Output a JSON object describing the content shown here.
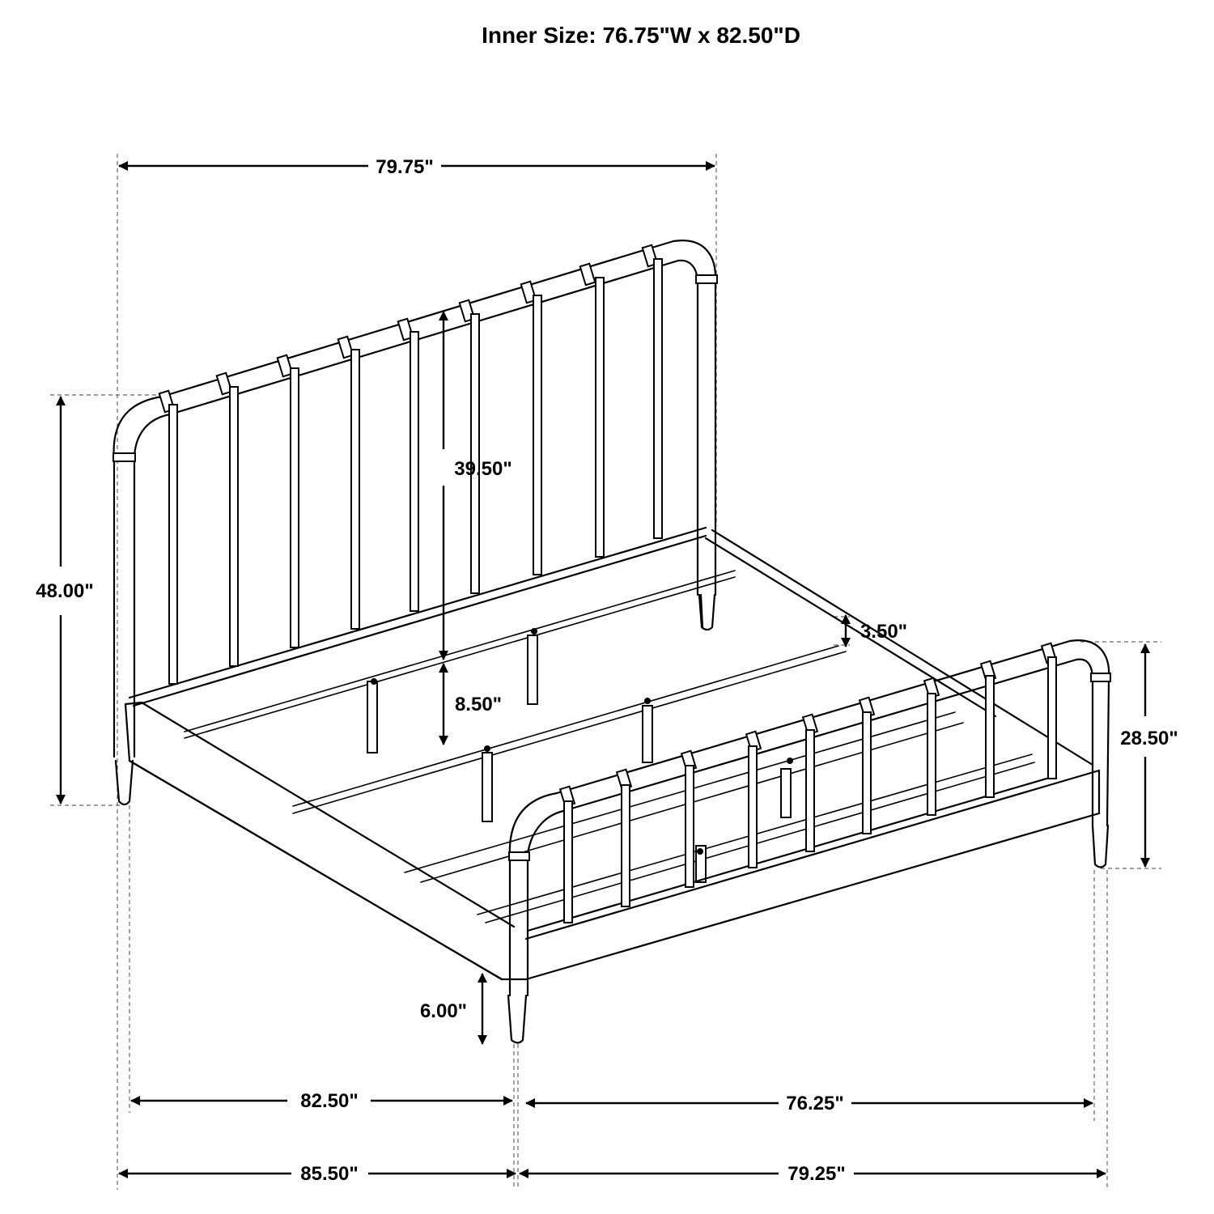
{
  "title": "Inner Size: 76.75\"W x 82.50\"D",
  "dimensions": {
    "headboard_width": "79.75\"",
    "headboard_height": "48.00\"",
    "headboard_panel": "39.50\"",
    "rail_height": "8.50\"",
    "slat_height": "3.50\"",
    "footboard_height": "28.50\"",
    "clearance": "6.00\"",
    "inner_length": "82.50\"",
    "inner_width": "76.25\"",
    "overall_length": "85.50\"",
    "overall_width": "79.25\""
  },
  "colors": {
    "line": "#000000",
    "background": "#ffffff",
    "extension": "#666666"
  }
}
